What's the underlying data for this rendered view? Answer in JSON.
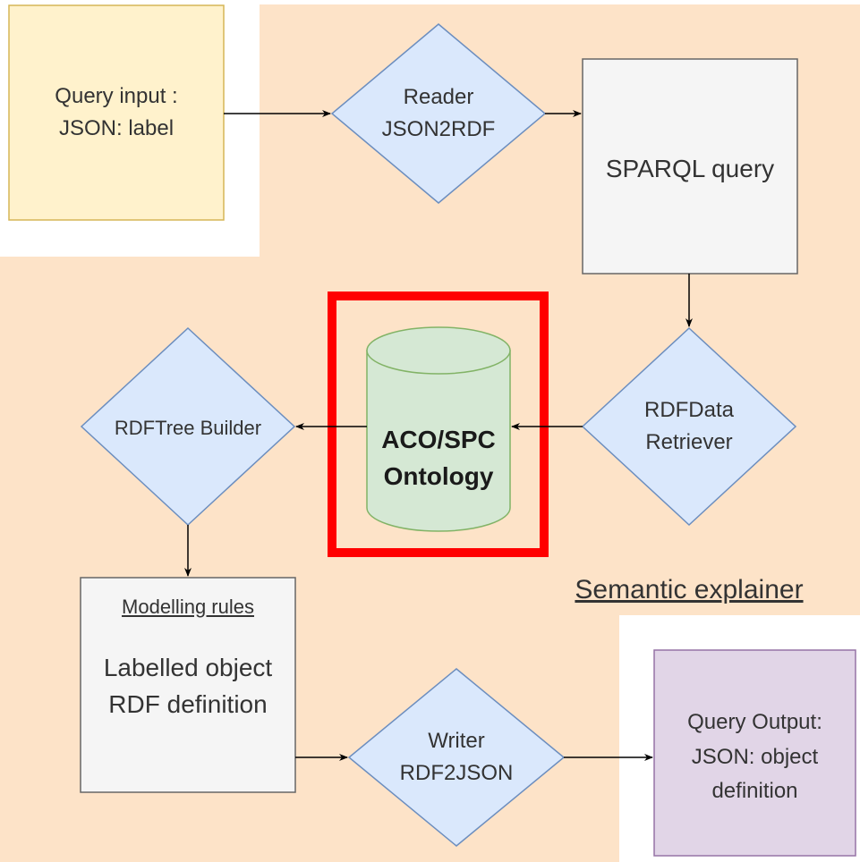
{
  "colors": {
    "region_fill": "#fde3c8",
    "input_fill": "#fff2cc",
    "input_stroke": "#d6b656",
    "decision_fill": "#dae8fc",
    "decision_stroke": "#6c8ebf",
    "process_fill": "#f5f5f5",
    "process_stroke": "#666666",
    "db_fill": "#d5e8d4",
    "db_stroke": "#82b366",
    "output_fill": "#e1d5e7",
    "output_stroke": "#9673a6",
    "highlight": "#ff0000",
    "edge": "#000000"
  },
  "nodes": {
    "query_input": {
      "line1": "Query input :",
      "line2": "JSON: label"
    },
    "reader": {
      "line1": "Reader",
      "line2": "JSON2RDF"
    },
    "sparql": {
      "text": "SPARQL query"
    },
    "retriever": {
      "line1": "RDFData",
      "line2": "Retriever"
    },
    "ontology": {
      "line1": "ACO/SPC",
      "line2": "Ontology"
    },
    "tree_builder": {
      "text": "RDFTree Builder"
    },
    "modelling": {
      "heading": "Modelling rules",
      "line1": "Labelled object",
      "line2": "RDF definition"
    },
    "writer": {
      "line1": "Writer",
      "line2": "RDF2JSON"
    },
    "query_output": {
      "line1": "Query Output:",
      "line2": "JSON: object",
      "line3": "definition"
    }
  },
  "region_label": "Semantic explainer",
  "icons": {
    "database": "cylinder-icon"
  }
}
